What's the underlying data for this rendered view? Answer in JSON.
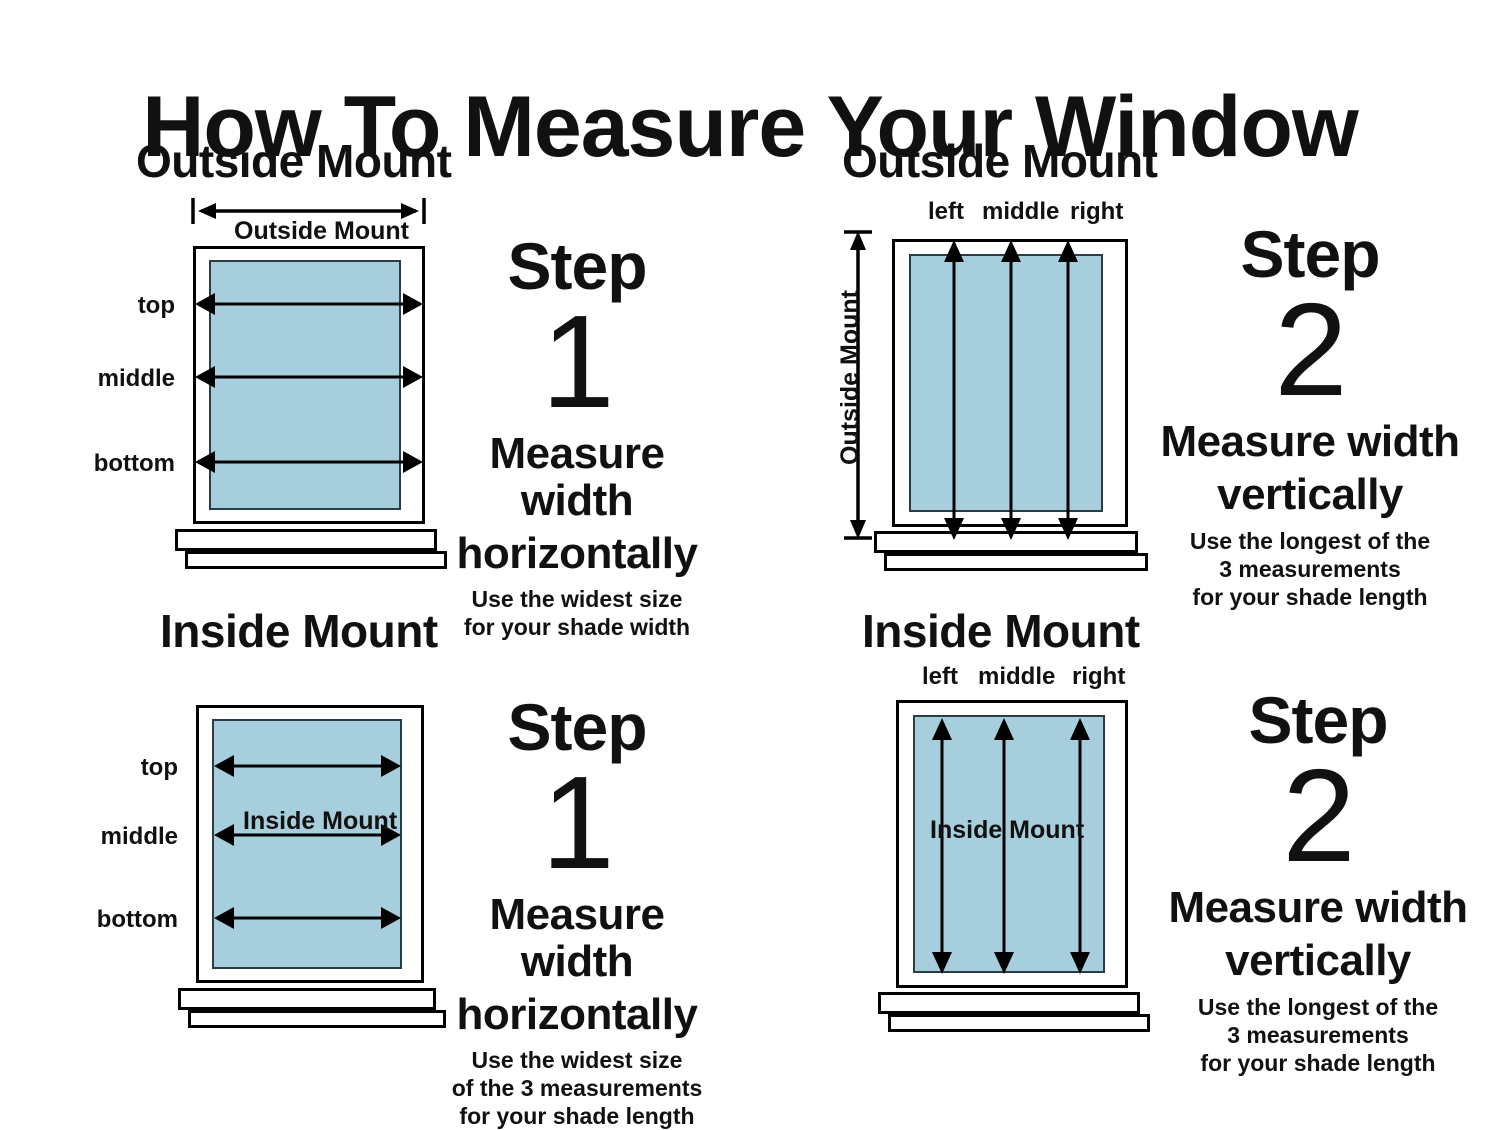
{
  "title": "How To Measure Your Window",
  "colors": {
    "glass": "#a6cedc",
    "glass_border": "#2a3d44",
    "frame_line": "#000000",
    "background": "#ffffff",
    "text": "#111111"
  },
  "panels": [
    {
      "id": "outside-mount-step-1",
      "heading": "Outside Mount",
      "dimension_label": "Outside Mount",
      "dimension_orientation": "horizontal",
      "row_labels": [
        "top",
        "middle",
        "bottom"
      ],
      "step_word": "Step",
      "step_number": "1",
      "instruction_line_1": "Measure width",
      "instruction_line_2": "horizontally",
      "caption_lines": [
        "Use the widest size",
        "for your shade width"
      ],
      "arrow_count": 3,
      "arrow_direction": "horizontal-double",
      "arrow_scope": "outer-frame"
    },
    {
      "id": "outside-mount-step-2",
      "heading": "Outside Mount",
      "dimension_label": "Outside Mount",
      "dimension_orientation": "vertical",
      "column_labels": [
        "left",
        "middle",
        "right"
      ],
      "step_word": "Step",
      "step_number": "2",
      "instruction_line_1": "Measure width",
      "instruction_line_2": "vertically",
      "caption_lines": [
        "Use the longest of the",
        "3 measurements",
        "for your shade length"
      ],
      "arrow_count": 3,
      "arrow_direction": "vertical-double",
      "arrow_scope": "outer-frame"
    },
    {
      "id": "inside-mount-step-1",
      "heading": "Inside Mount",
      "dimension_label": "Inside Mount",
      "dimension_orientation": "horizontal",
      "row_labels": [
        "top",
        "middle",
        "bottom"
      ],
      "step_word": "Step",
      "step_number": "1",
      "instruction_line_1": "Measure width",
      "instruction_line_2": "horizontally",
      "caption_lines": [
        "Use the widest size",
        "of the 3 measurements",
        "for your shade length"
      ],
      "arrow_count": 3,
      "arrow_direction": "horizontal-double",
      "arrow_scope": "inner-glass"
    },
    {
      "id": "inside-mount-step-2",
      "heading": "Inside Mount",
      "dimension_label": "Inside Mount",
      "dimension_orientation": "vertical",
      "column_labels": [
        "left",
        "middle",
        "right"
      ],
      "step_word": "Step",
      "step_number": "2",
      "instruction_line_1": "Measure width",
      "instruction_line_2": "vertically",
      "caption_lines": [
        "Use the longest of the",
        "3 measurements",
        "for your shade length"
      ],
      "arrow_count": 3,
      "arrow_direction": "vertical-double",
      "arrow_scope": "inner-glass"
    }
  ]
}
